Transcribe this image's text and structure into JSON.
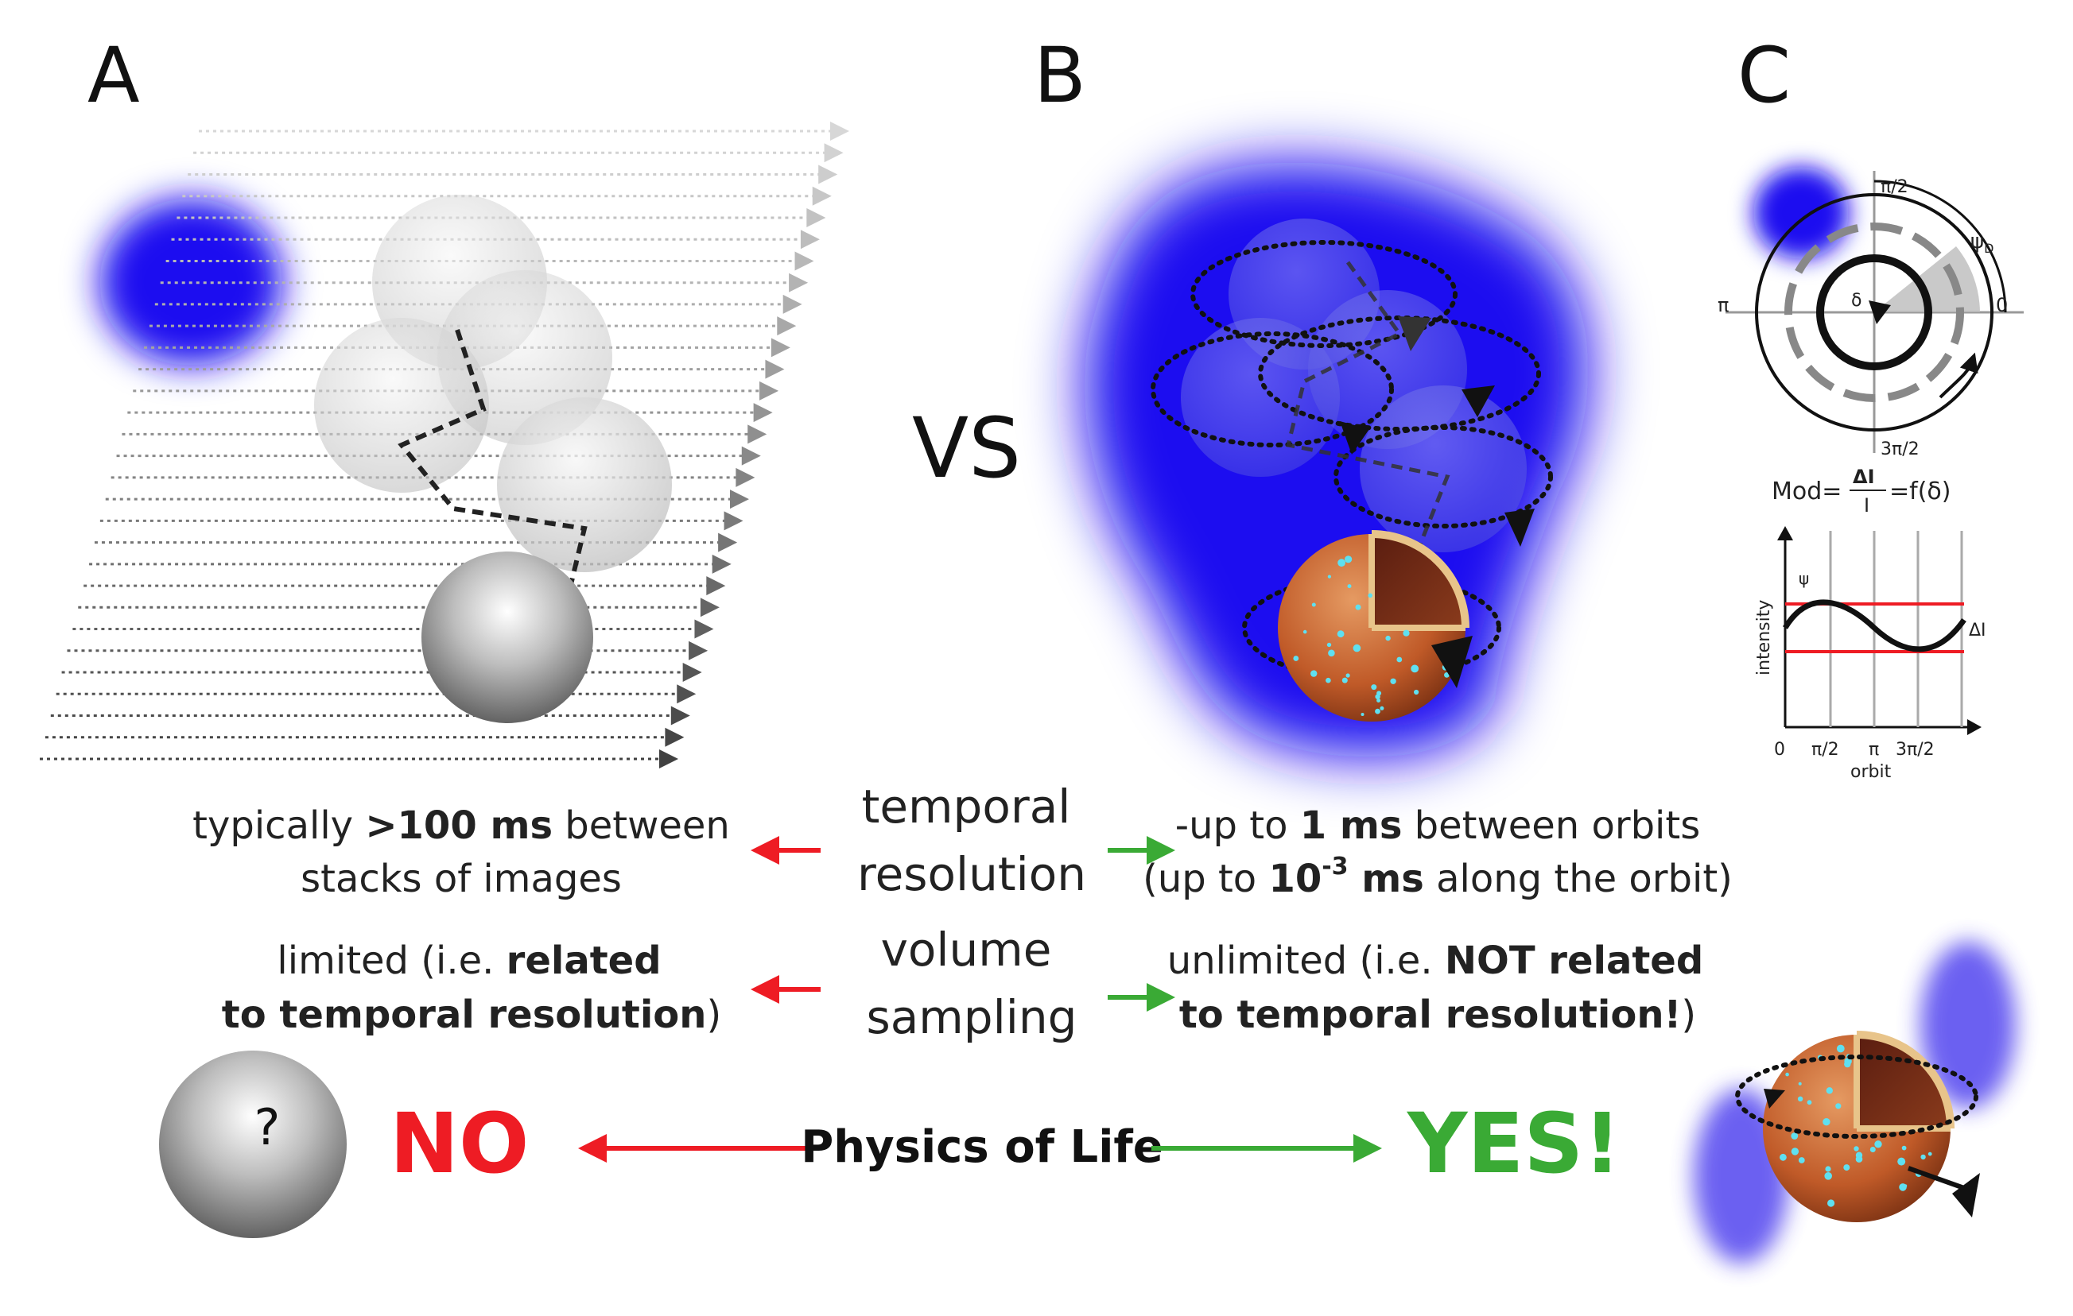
{
  "panels": {
    "a_label": "A",
    "b_label": "B",
    "c_label": "C",
    "vs_label": "VS"
  },
  "panel_c": {
    "angle_top": "π/2",
    "angle_left": "π",
    "angle_right": "0",
    "angle_bottom": "3π/2",
    "delta": "δ",
    "psi": "ψ",
    "psi_sub": "D",
    "formula_prefix": "Mod=",
    "formula_num": "ΔI",
    "formula_den": "I",
    "formula_suffix": "=f(δ)",
    "graph_ylabel": "intensity",
    "graph_xlabel": "orbit",
    "graph_psi": "ψ",
    "graph_delta_i": "ΔI",
    "graph_ticks": [
      "0",
      "π/2",
      "π",
      "3π/2"
    ]
  },
  "comparison": {
    "temporal": {
      "label_line1": "temporal",
      "label_line2": "resolution",
      "left_line1_pre": "typically ",
      "left_line1_bold": ">100 ms",
      "left_line1_post": " between",
      "left_line2": "stacks of images",
      "right_line1_pre": "-up to ",
      "right_line1_bold": "1 ms",
      "right_line1_post": " between orbits",
      "right_line2_pre": "(up to ",
      "right_line2_bold": "10",
      "right_line2_sup": "-3",
      "right_line2_bold2": " ms",
      "right_line2_post": " along the orbit)"
    },
    "volume": {
      "label_line1": "volume",
      "label_line2": "sampling",
      "left_line1_pre": "limited (i.e. ",
      "left_line1_bold": "related",
      "left_line2_bold": "to temporal resolution",
      "left_line2_post": ")",
      "right_line1_pre": "unlimited (i.e. ",
      "right_line1_bold": "NOT related",
      "right_line2_bold": "to temporal resolution!",
      "right_line2_post": ")"
    }
  },
  "verdict": {
    "question": "?",
    "no": "NO",
    "yes": "YES!",
    "center": "Physics of Life"
  },
  "colors": {
    "blue": "#1a10f0",
    "red": "#ee1c24",
    "green": "#3aaa35",
    "orange": "#c8622e"
  }
}
